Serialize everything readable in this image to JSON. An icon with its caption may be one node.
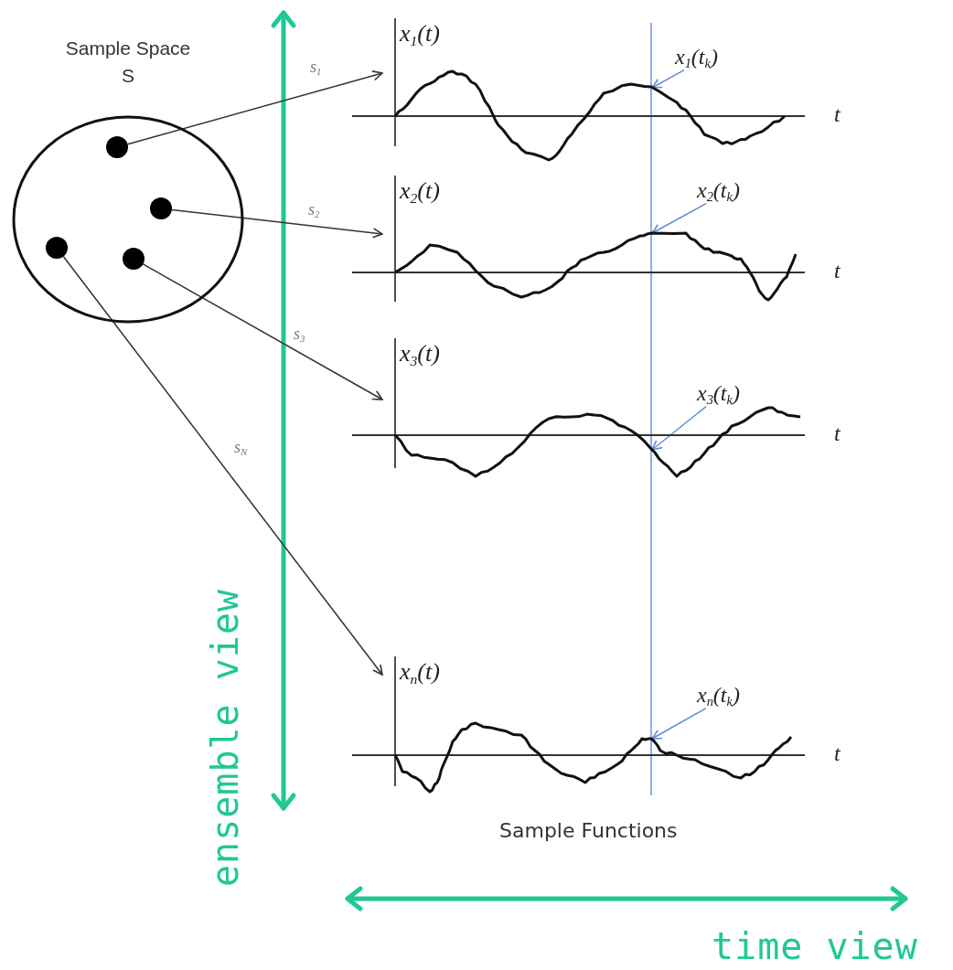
{
  "diagram": {
    "nodes": [
      {
        "text": [
          "Sample Space S"
        ]
      },
      {
        "text": [],
        "shape": "circle",
        "in": 0
      },
      {
        "text": [],
        "shape": "circle",
        "in": 0
      },
      {
        "text": [],
        "shape": "circle",
        "in": 0
      },
      {
        "text": [],
        "shape": "circle",
        "in": 0
      },
      {
        "text": [
          "x$_{1}$(t)",
          "t"
        ]
      },
      {
        "text": [
          "x$_{2}$(t)",
          "t"
        ]
      },
      {
        "text": [
          "x$_{3}$(t)",
          "t"
        ]
      },
      {
        "text": [
          "x$_{n}$(t)",
          "t"
        ]
      },
      {
        "text": [
          "x$_{1}$(t$_{k}$)"
        ],
        "in": 5
      },
      {
        "text": [
          "x$_{2}$(t$_{k}$)"
        ],
        "in": 6
      },
      {
        "text": [
          "x$_{3}$(t$_{k}$)"
        ],
        "in": 7
      },
      {
        "text": [
          "x$_{n}$(t$_{k}$)"
        ],
        "in": 8
      }
    ],
    "edges": [
      {
        "from": 1,
        "to": 5,
        "arrow": "to",
        "label": "s$_{1}$"
      },
      {
        "from": 2,
        "to": 6,
        "arrow": "to",
        "label": "s$_{2}$"
      },
      {
        "from": 4,
        "to": 7,
        "arrow": "to",
        "label": "s$_{3}$"
      },
      {
        "from": 3,
        "to": 8,
        "arrow": "to",
        "label": "s$_{N}$"
      },
      {
        "from": 9,
        "to": null,
        "arrow": "to",
        "color": "#5b8fd6"
      },
      {
        "from": 10,
        "to": null,
        "arrow": "to",
        "color": "#5b8fd6"
      },
      {
        "from": 11,
        "to": null,
        "arrow": "to",
        "color": "#5b8fd6"
      },
      {
        "from": 12,
        "to": null,
        "arrow": "to",
        "color": "#5b8fd6"
      }
    ],
    "labels": [
      "Sample Functions",
      "ensemble view",
      "time view"
    ]
  }
}
